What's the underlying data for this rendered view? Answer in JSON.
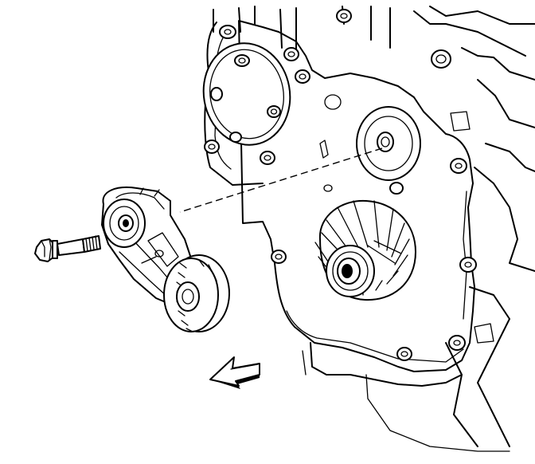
{
  "figure": {
    "type": "line-art technical illustration",
    "colors": {
      "line": "#000000",
      "background": "#ffffff"
    },
    "parts": [
      {
        "name": "engine-front-cover"
      },
      {
        "name": "belt-tensioner-assembly"
      },
      {
        "name": "tensioner-bolt"
      },
      {
        "name": "tensioner-mounting-boss"
      },
      {
        "name": "crankshaft-seal-hub"
      },
      {
        "name": "direction-arrow",
        "direction": "down-left"
      }
    ]
  }
}
